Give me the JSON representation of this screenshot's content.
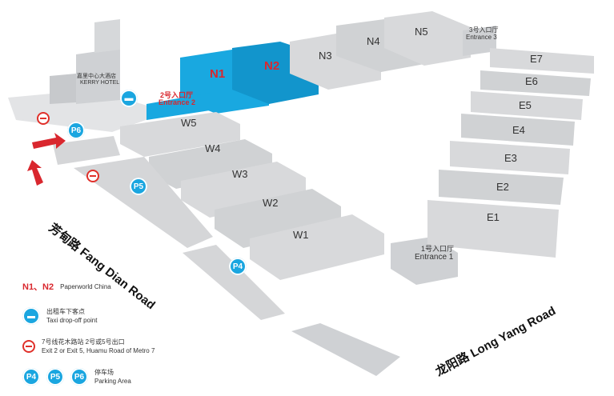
{
  "halls_west": [
    "W1",
    "W2",
    "W3",
    "W4",
    "W5"
  ],
  "halls_east": [
    "E1",
    "E2",
    "E3",
    "E4",
    "E5",
    "E6",
    "E7"
  ],
  "halls_north": [
    "N1",
    "N2",
    "N3",
    "N4",
    "N5"
  ],
  "hotel": {
    "zh": "嘉里中心大酒店",
    "en": "KERRY HOTEL"
  },
  "entrance1": {
    "zh": "1号入口厅",
    "en": "Entrance 1"
  },
  "entrance2": {
    "zh": "2号入口厅",
    "en": "Entrance 2"
  },
  "entrance3": {
    "zh": "3号入口厅",
    "en": "Entrance 3"
  },
  "parking": [
    "P4",
    "P5",
    "P6"
  ],
  "road_fang_dian": {
    "zh": "芳甸路",
    "en": "Fang Dian Road"
  },
  "road_long_yang": {
    "zh": "龙阳路",
    "en": "Long Yang Road"
  },
  "legend": {
    "n_label": "N1、N2",
    "n_text": "Paperworld China",
    "taxi_zh": "出租车下客点",
    "taxi_en": "Taxi drop-off point",
    "metro_zh": "7号线花木路站 2号或5号出口",
    "metro_en": "Exit 2 or Exit 5, Huamu Road of Metro 7",
    "parking_zh": "停车场",
    "parking_en": "Parking Area"
  },
  "colors": {
    "highlight": "#19a8e0",
    "highlight_text": "#d9272e",
    "hall": "#d8d9db",
    "metro": "#e0302a",
    "arrow": "#d9272e"
  }
}
